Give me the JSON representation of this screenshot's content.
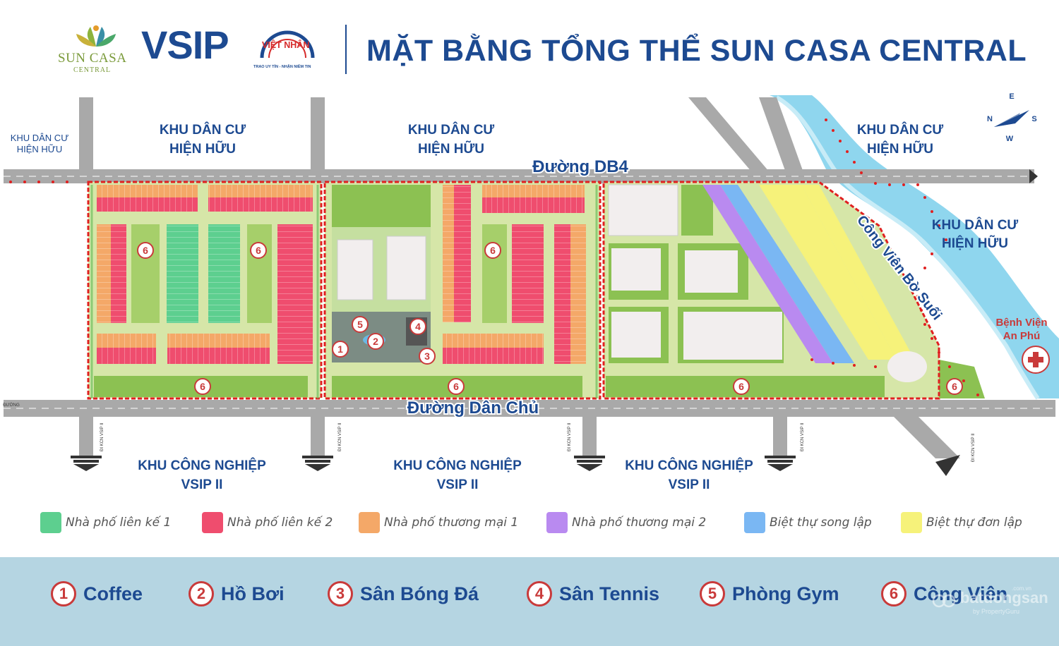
{
  "header": {
    "logo_suncasa": {
      "name": "SUN CASA",
      "sub": "CENTRAL"
    },
    "logo_vsip": "VSIP",
    "logo_vietnhan": {
      "name": "VIỆT NHÂN",
      "tagline": "TRAO UY TÍN - NHẬN NIỀM TIN"
    },
    "title": "MẶT BẰNG TỔNG THỂ SUN CASA CENTRAL"
  },
  "map": {
    "roads": {
      "north": "Đường DB4",
      "south": "Đường Dân Chủ",
      "west_tag": "ĐƯỜNG"
    },
    "areas": {
      "residential_west": [
        "KHU DÂN CƯ",
        "HIỆN HỮU"
      ],
      "residential_1": [
        "KHU DÂN CƯ",
        "HIỆN HỮU"
      ],
      "residential_2": [
        "KHU DÂN CƯ",
        "HIỆN HỮU"
      ],
      "residential_ne": [
        "KHU DÂN CƯ",
        "HIỆN HỮU"
      ],
      "residential_e": [
        "KHU DÂN CƯ",
        "HIỆN HỮU"
      ],
      "industrial_1": [
        "KHU CÔNG NGHIỆP",
        "VSIP II"
      ],
      "industrial_2": [
        "KHU CÔNG NGHIỆP",
        "VSIP II"
      ],
      "industrial_3": [
        "KHU CÔNG NGHIỆP",
        "VSIP II"
      ]
    },
    "stream_park": "Công Viên Bờ Suối",
    "hospital": [
      "Bệnh Viện",
      "An Phú"
    ],
    "kcn_tag": "ĐI KCN VSIP II",
    "compass": {
      "n": "N",
      "e": "E",
      "s": "S",
      "w": "W"
    },
    "markers": [
      "1",
      "2",
      "3",
      "4",
      "5",
      "6"
    ]
  },
  "legend": [
    {
      "label": "Nhà phố liên kế 1",
      "color": "#5dcf8f"
    },
    {
      "label": "Nhà phố liên kế 2",
      "color": "#ef4d6e"
    },
    {
      "label": "Nhà phố thương mại 1",
      "color": "#f4a868"
    },
    {
      "label": "Nhà phố thương mại 2",
      "color": "#b98af0"
    },
    {
      "label": "Biệt thự song lập",
      "color": "#7ab7f3"
    },
    {
      "label": "Biệt thự đơn lập",
      "color": "#f6f27a"
    }
  ],
  "amenities": [
    {
      "num": "1",
      "label": "Coffee"
    },
    {
      "num": "2",
      "label": "Hồ Bơi"
    },
    {
      "num": "3",
      "label": "Sân Bóng Đá"
    },
    {
      "num": "4",
      "label": "Sân Tennis"
    },
    {
      "num": "5",
      "label": "Phòng Gym"
    },
    {
      "num": "6",
      "label": "Công Viên"
    }
  ],
  "watermark": {
    "name": "batdongsan",
    "by": "by PropertyGuru",
    "domain": ".com.vn"
  },
  "colors": {
    "brand_blue": "#1d4a91",
    "marker_red": "#c93a3a",
    "boundary_red": "#e02020",
    "road_gray": "#a9a9a9",
    "park_green": "#8cc152",
    "stream_blue": "#7fcde8",
    "amenity_bar": "#b5d5e2"
  }
}
